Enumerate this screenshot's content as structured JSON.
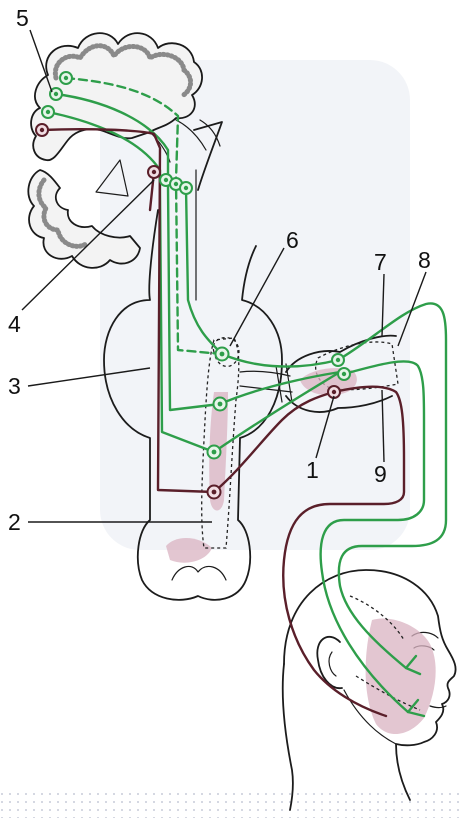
{
  "diagram": {
    "callouts": [
      {
        "id": "c1",
        "text": "1"
      },
      {
        "id": "c2",
        "text": "2"
      },
      {
        "id": "c3",
        "text": "3"
      },
      {
        "id": "c4",
        "text": "4"
      },
      {
        "id": "c5",
        "text": "5"
      },
      {
        "id": "c6",
        "text": "6"
      },
      {
        "id": "c7",
        "text": "7"
      },
      {
        "id": "c8",
        "text": "8"
      },
      {
        "id": "c9",
        "text": "9"
      }
    ],
    "colors": {
      "pathway_green": "#2e9e4a",
      "pathway_dark_red": "#5a1f2a",
      "nucleus_pink": "#d9b3c2",
      "background_tint": "#e9ecf4"
    }
  }
}
